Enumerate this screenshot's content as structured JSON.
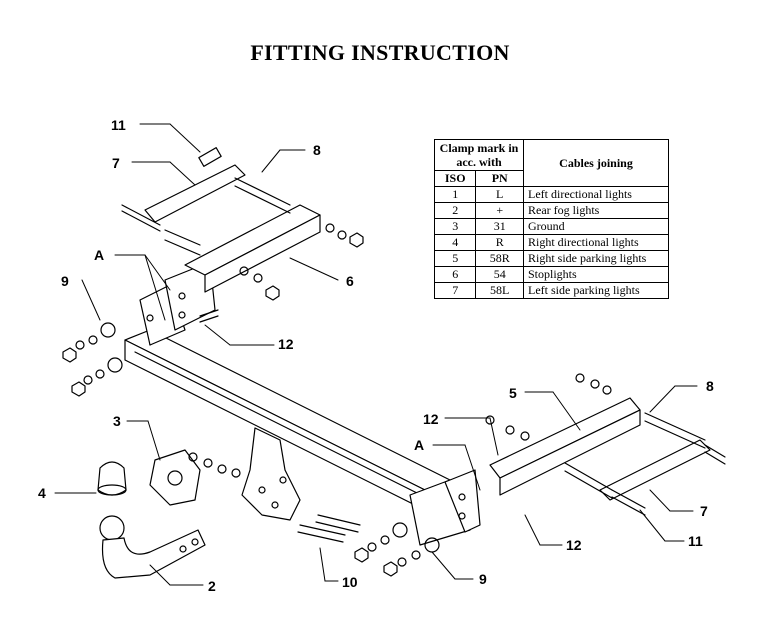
{
  "title": "FITTING INSTRUCTION",
  "table": {
    "header_group": "Clamp mark in acc. with",
    "col_iso": "ISO",
    "col_pn": "PN",
    "col_cables": "Cables joining",
    "rows": [
      {
        "iso": "1",
        "pn": "L",
        "desc": "Left directional lights"
      },
      {
        "iso": "2",
        "pn": "+",
        "desc": "Rear fog lights"
      },
      {
        "iso": "3",
        "pn": "31",
        "desc": "Ground"
      },
      {
        "iso": "4",
        "pn": "R",
        "desc": "Right directional lights"
      },
      {
        "iso": "5",
        "pn": "58R",
        "desc": "Right side parking lights"
      },
      {
        "iso": "6",
        "pn": "54",
        "desc": "Stoplights"
      },
      {
        "iso": "7",
        "pn": "58L",
        "desc": "Left side parking lights"
      }
    ]
  },
  "callouts": {
    "left_11": "11",
    "left_7": "7",
    "left_8": "8",
    "left_A": "A",
    "left_9": "9",
    "left_6": "6",
    "left_12": "12",
    "label_3": "3",
    "label_4": "4",
    "label_2": "2",
    "label_10": "10",
    "bottom_9": "9",
    "right_12": "12",
    "right_A": "A",
    "right_5": "5",
    "right_8": "8",
    "right_7": "7",
    "right_11": "11",
    "right_12b": "12"
  }
}
